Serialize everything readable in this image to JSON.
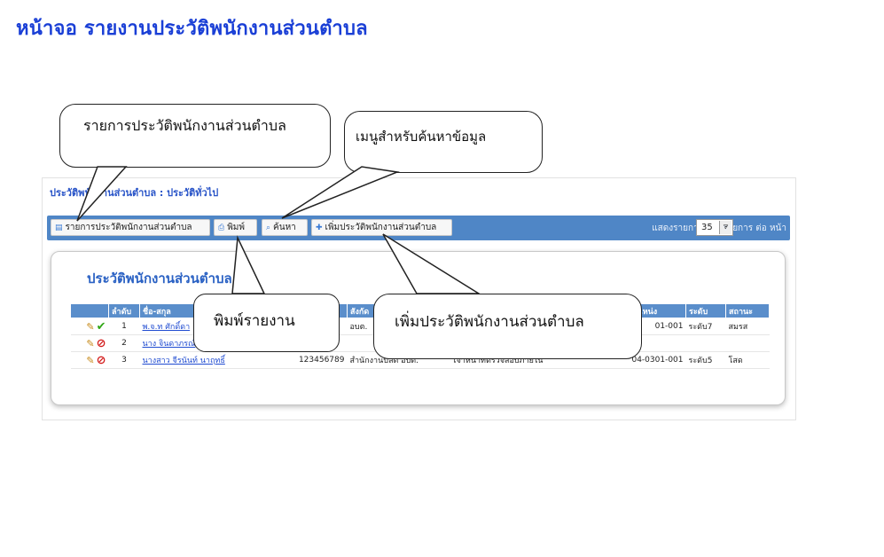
{
  "page_title": "หน้าจอ รายงานประวัติพนักงานส่วนตำบล",
  "breadcrumb": "ประวัติพนักงานส่วนตำบล : ประวัติทั่วไป",
  "toolbar": {
    "list_button": "รายการประวัติพนักงานส่วนตำบล",
    "print_button": "พิมพ์",
    "search_button": "ค้นหา",
    "add_button": "เพิ่มประวัติพนักงานส่วนตำบล",
    "show_label": "แสดงรายการ",
    "page_size": "35",
    "per_page_label": "รายการ ต่อ หน้า"
  },
  "section_title": "ประวัติพนักงานส่วนตำบล",
  "table": {
    "headers": [
      "",
      "ลำดับ",
      "ชื่อ-สกุล",
      "",
      "สังกัด",
      "",
      "ตำแหน่ง",
      "ระดับ",
      "สถานะ"
    ],
    "rows": [
      {
        "order": "1",
        "name": "พ.จ.ท ศักดิ์ดา",
        "id": "",
        "dept": "อบต.",
        "position": "",
        "code": "01-001",
        "level": "ระดับ7",
        "status": "สมรส",
        "state": "ok"
      },
      {
        "order": "2",
        "name": "นาง จินดาภรณ์",
        "id": "",
        "dept": "",
        "position": "",
        "code": "",
        "level": "",
        "status": "",
        "state": "no"
      },
      {
        "order": "3",
        "name": "นางสาว จีรนันท์ นาฤทธิ์",
        "id": "123456789",
        "dept": "สำนักงานปลัด อบต.",
        "position": "เจ้าหน้าที่ตรวจสอบภายใน",
        "code": "04-0301-001",
        "level": "ระดับ5",
        "status": "โสด",
        "state": "no"
      }
    ]
  },
  "callouts": {
    "list": "รายการประวัติพนักงานส่วนตำบล",
    "search_menu": "เมนูสำหรับค้นหาข้อมูล",
    "print_report": "พิมพ์รายงาน",
    "add_record": "เพิ่มประวัติพนักงานส่วนตำบล"
  },
  "icons": {
    "list": "document-icon",
    "print": "printer-icon",
    "search": "magnifier-icon",
    "add": "add-document-icon",
    "edit": "edit-icon",
    "active": "check-icon",
    "inactive": "prohibited-icon"
  },
  "colors": {
    "title": "#1a3fd6",
    "toolbar": "#4f86c6",
    "header_row": "#5a8ecb",
    "link": "#1f4bd1"
  }
}
